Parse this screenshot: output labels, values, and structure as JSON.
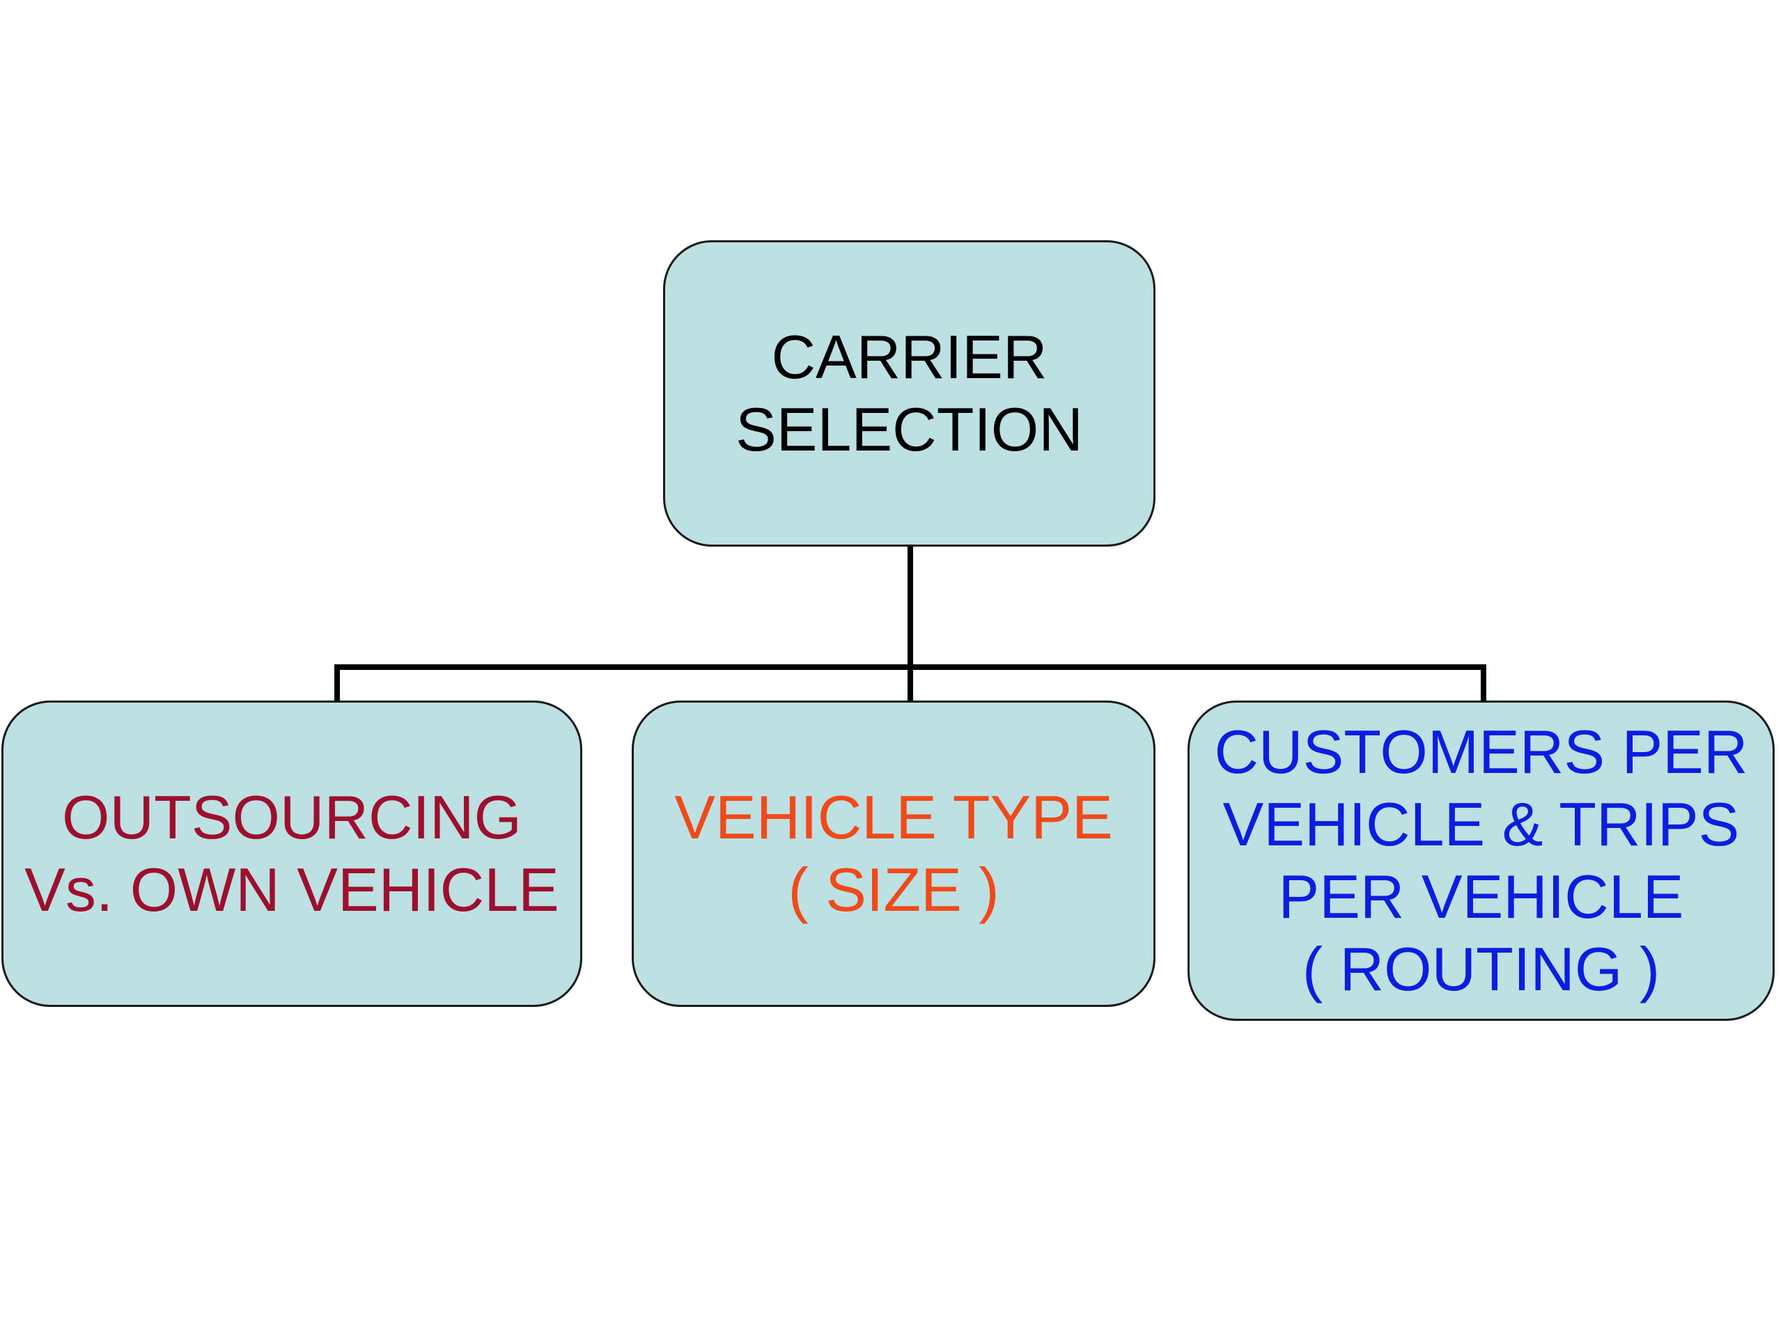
{
  "diagram": {
    "root": {
      "label": "CARRIER\nSELECTION",
      "text_color": "#000000"
    },
    "children": [
      {
        "label": "OUTSOURCING\nVs. OWN VEHICLE",
        "text_color": "#9e0f2e"
      },
      {
        "label": "VEHICLE TYPE\n( SIZE )",
        "text_color": "#f04a1a"
      },
      {
        "label": "CUSTOMERS PER\nVEHICLE & TRIPS\nPER VEHICLE\n( ROUTING )",
        "text_color": "#0a1ee0"
      }
    ],
    "box_fill": "#bde0e2",
    "line_color": "#000000"
  }
}
